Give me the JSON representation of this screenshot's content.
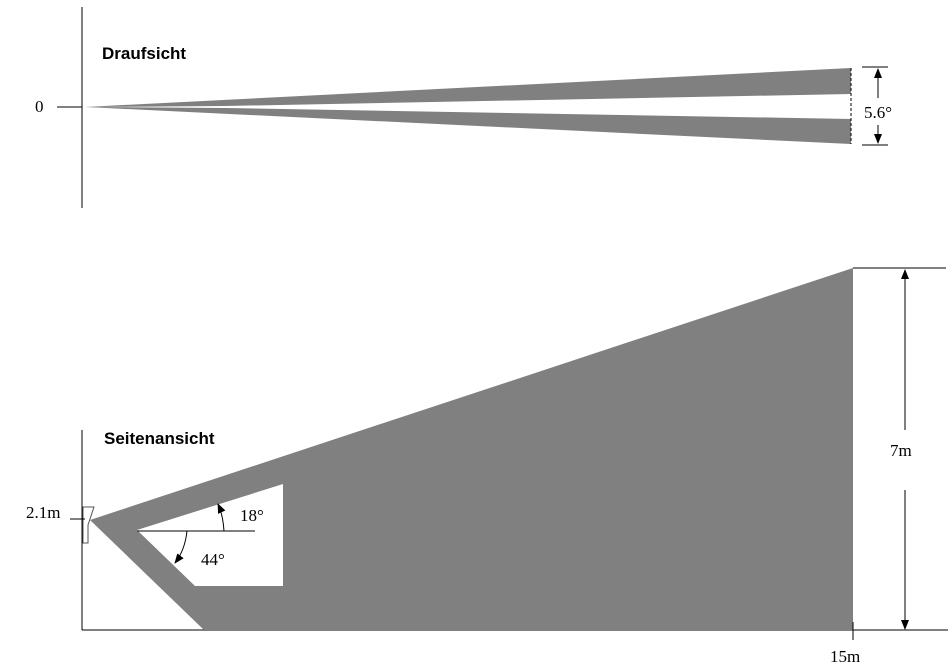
{
  "top_view": {
    "title": "Draufsicht",
    "origin_label": "0",
    "angle_label": "5.6°"
  },
  "side_view": {
    "title": "Seitenansicht",
    "height_label": "2.1m",
    "upper_angle_label": "18°",
    "lower_angle_label": "44°",
    "max_height_label": "7m",
    "range_label": "15m"
  },
  "colors": {
    "beam": "#808080",
    "line": "#000000"
  }
}
